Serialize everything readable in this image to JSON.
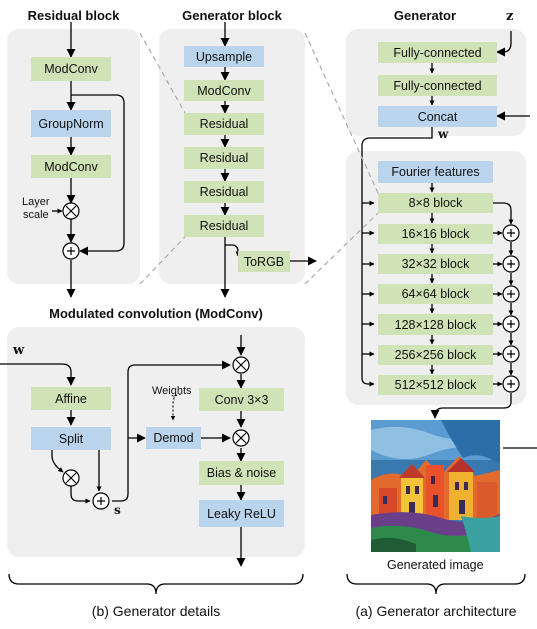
{
  "residual_block": {
    "title": "Residual block",
    "modconv_1": "ModConv",
    "groupnorm": "GroupNorm",
    "modconv_2": "ModConv",
    "layer_scale_line1": "Layer",
    "layer_scale_line2": "scale"
  },
  "generator_block": {
    "title": "Generator block",
    "upsample": "Upsample",
    "modconv": "ModConv",
    "residuals": [
      "Residual",
      "Residual",
      "Residual",
      "Residual"
    ],
    "torgb": "ToRGB"
  },
  "generator": {
    "title": "Generator",
    "z_label": "z",
    "w_label": "w",
    "fc_1": "Fully-connected",
    "fc_2": "Fully-connected",
    "concat": "Concat",
    "fourier": "Fourier features",
    "blocks": [
      "8×8 block",
      "16×16 block",
      "32×32 block",
      "64×64 block",
      "128×128 block",
      "256×256 block",
      "512×512 block"
    ],
    "generated_image_caption": "Generated image"
  },
  "modconv_section": {
    "title": "Modulated convolution (ModConv)",
    "w_label": "w",
    "s_label": "s",
    "weights_label": "Weights",
    "affine": "Affine",
    "split": "Split",
    "demod": "Demod",
    "conv": "Conv 3×3",
    "bias_noise": "Bias & noise",
    "leaky_relu": "Leaky ReLU"
  },
  "captions": {
    "left": "(b) Generator details",
    "right": "(a) Generator architecture"
  },
  "colors": {
    "panel": "#efefef",
    "green_box": "#cfe3b7",
    "blue_box": "#b9d4ec"
  }
}
